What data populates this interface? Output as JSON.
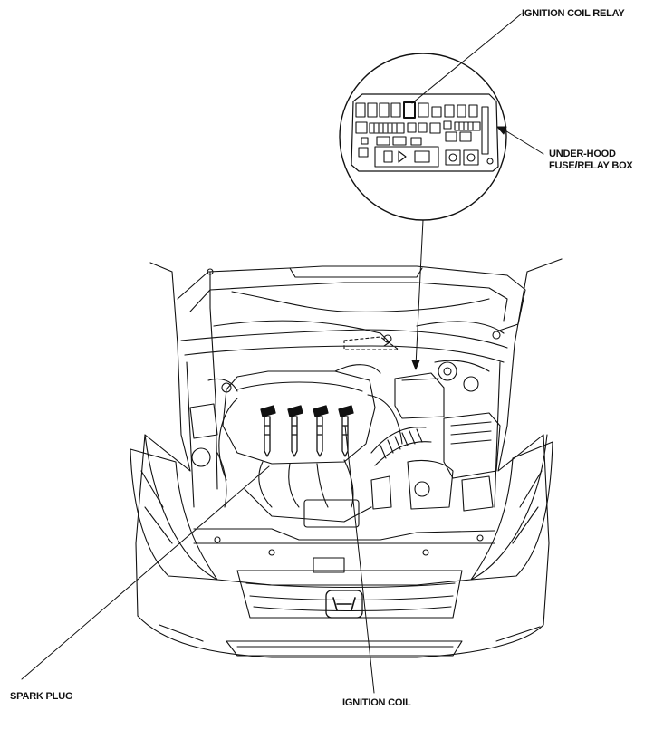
{
  "labels": {
    "ignition_coil_relay": "IGNITION COIL RELAY",
    "fuse_box_line1": "UNDER-HOOD",
    "fuse_box_line2": "FUSE/RELAY BOX",
    "spark_plug": "SPARK PLUG",
    "ignition_coil": "IGNITION COIL"
  },
  "colors": {
    "line": "#111111",
    "background": "#ffffff"
  }
}
